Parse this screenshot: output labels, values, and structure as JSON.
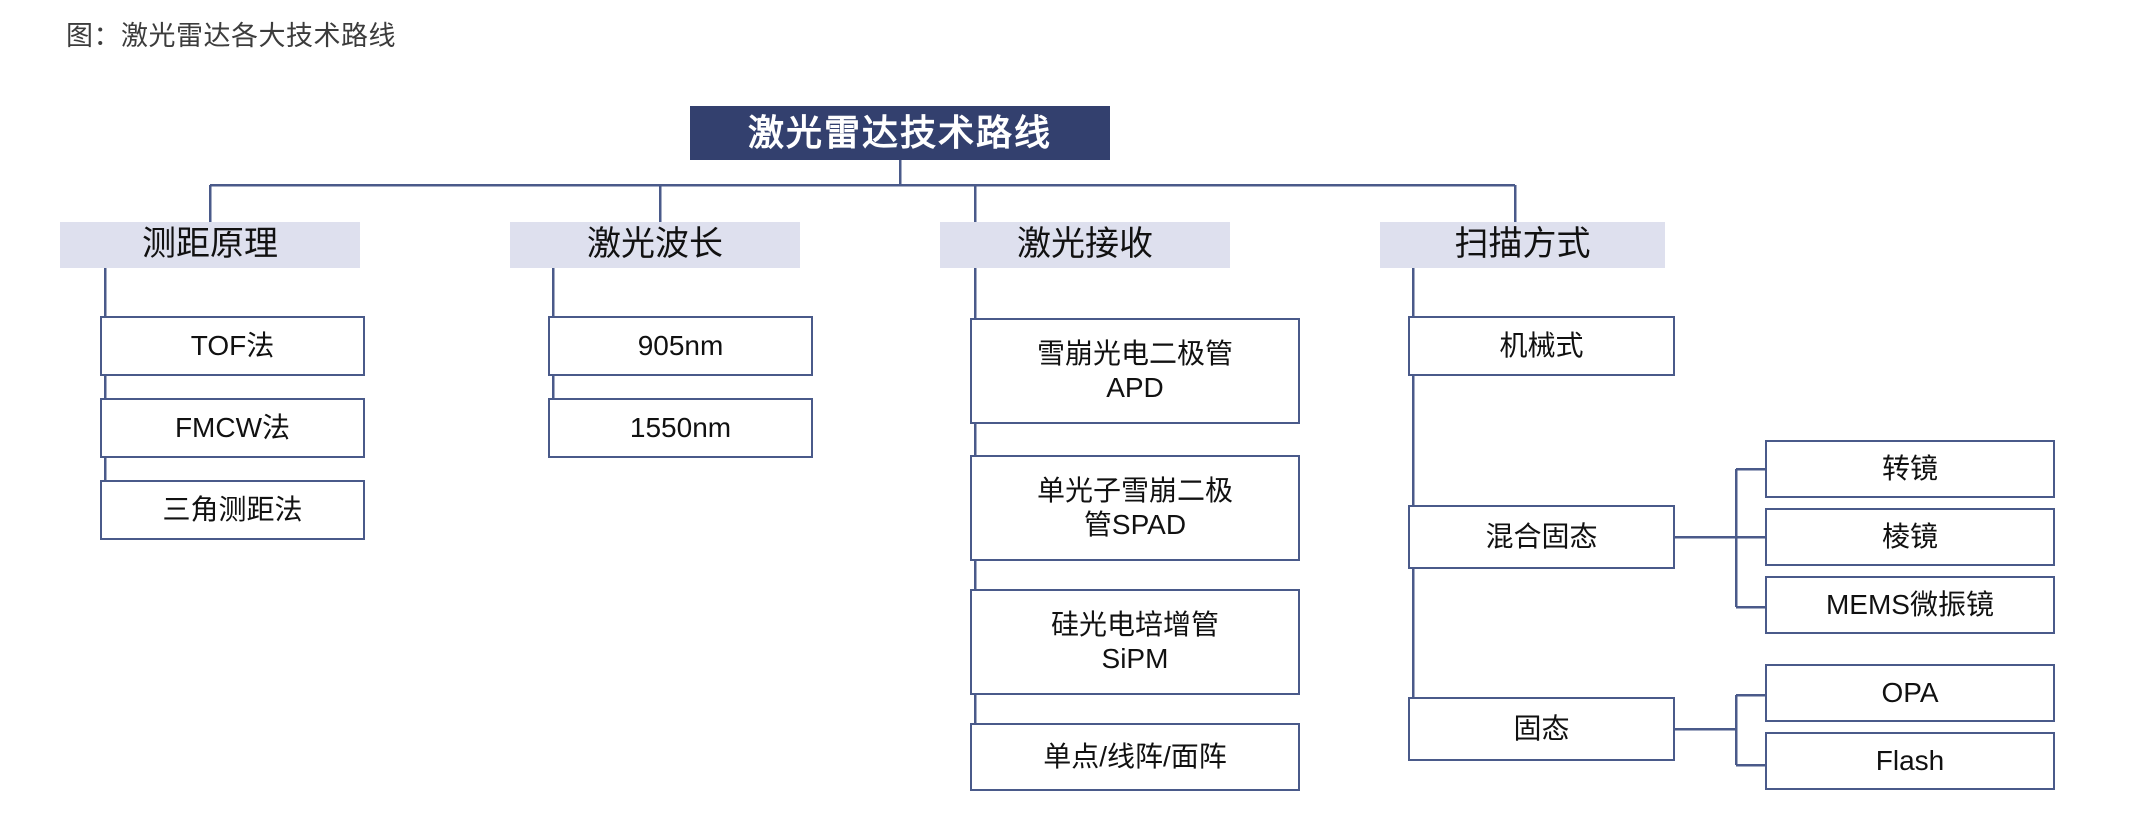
{
  "caption": "图：激光雷达各大技术路线",
  "colors": {
    "root_fill": "#33406e",
    "root_text": "#ffffff",
    "category_fill": "#dee0ee",
    "leaf_border": "#4a5a8a",
    "leaf_fill": "#ffffff",
    "connector": "#4a5a8a",
    "caption_text": "#3c3c3c"
  },
  "root": {
    "label": "激光雷达技术路线"
  },
  "categories": [
    {
      "id": "ranging-principle",
      "label": "测距原理",
      "children": [
        {
          "id": "tof",
          "label": "TOF法"
        },
        {
          "id": "fmcw",
          "label": "FMCW法"
        },
        {
          "id": "triangulation",
          "label": "三角测距法"
        }
      ]
    },
    {
      "id": "laser-wavelength",
      "label": "激光波长",
      "children": [
        {
          "id": "905nm",
          "label": "905nm"
        },
        {
          "id": "1550nm",
          "label": "1550nm"
        }
      ]
    },
    {
      "id": "laser-receiving",
      "label": "激光接收",
      "children": [
        {
          "id": "apd",
          "label": "雪崩光电二极管\nAPD"
        },
        {
          "id": "spad",
          "label": "单光子雪崩二极\n管SPAD"
        },
        {
          "id": "sipm",
          "label": "硅光电培增管\nSiPM"
        },
        {
          "id": "array",
          "label": "单点/线阵/面阵"
        }
      ]
    },
    {
      "id": "scanning-method",
      "label": "扫描方式",
      "children": [
        {
          "id": "mechanical",
          "label": "机械式",
          "children": []
        },
        {
          "id": "hybrid-solid-state",
          "label": "混合固态",
          "children": [
            {
              "id": "rotating-mirror",
              "label": "转镜"
            },
            {
              "id": "prism",
              "label": "棱镜"
            },
            {
              "id": "mems-mirror",
              "label": "MEMS微振镜"
            }
          ]
        },
        {
          "id": "solid-state",
          "label": "固态",
          "children": [
            {
              "id": "opa",
              "label": "OPA"
            },
            {
              "id": "flash",
              "label": "Flash"
            }
          ]
        }
      ]
    }
  ]
}
